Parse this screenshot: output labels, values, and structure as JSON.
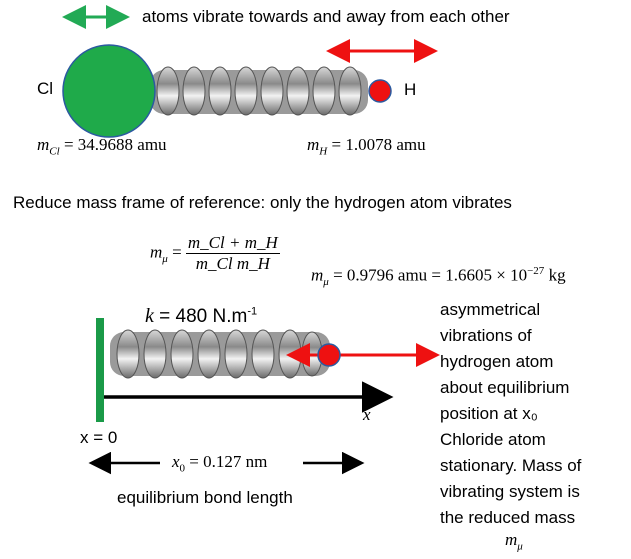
{
  "top": {
    "caption": "atoms vibrate towards and away from each other",
    "cl_label": "Cl",
    "h_label": "H",
    "m_cl_symbol": "m",
    "m_cl_sub": "Cl",
    "m_cl_value": "= 34.9688 amu",
    "m_h_symbol": "m",
    "m_h_sub": "H",
    "m_h_value": "= 1.0078 amu"
  },
  "middle": {
    "reduced_title": "Reduce mass frame of reference: only the hydrogen atom vibrates",
    "mu_symbol": "m",
    "mu_sub": "μ",
    "frac_num": "m_Cl + m_H",
    "frac_den": "m_Cl m_H",
    "mu_value": "= 0.9796 amu = 1.6605 × 10",
    "mu_exp": "−27",
    "mu_unit": "kg"
  },
  "bottom": {
    "k_symbol": "k",
    "k_value": "= 480 N.m",
    "k_exp": "-1",
    "x_axis_label": "x",
    "x_zero_label": "x = 0",
    "x0_symbol": "x",
    "x0_sub": "0",
    "x0_value": "= 0.127 nm",
    "bond_length_caption": "equilibrium bond length",
    "desc_lines": [
      "asymmetrical",
      "vibrations of",
      "hydrogen atom",
      "about equilibrium",
      "position at x₀",
      "Chloride atom",
      "stationary. Mass of",
      "vibrating system is",
      "the reduced mass"
    ],
    "mu_footer_symbol": "m",
    "mu_footer_sub": "μ"
  },
  "colors": {
    "cl_atom": "#1faa4a",
    "h_atom": "#ee1111",
    "arrow_green": "#22aa55",
    "arrow_red": "#ee1111",
    "wall": "#1a9a48"
  }
}
